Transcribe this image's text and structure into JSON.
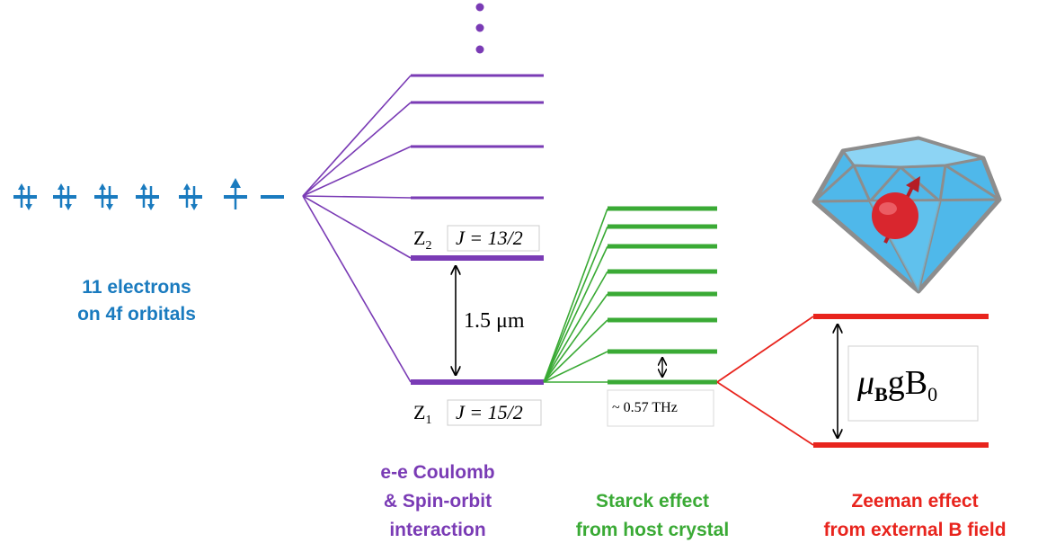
{
  "colors": {
    "blue": "#1a7bbf",
    "purple": "#7a3bb5",
    "green": "#3aaa35",
    "red": "#e8241d"
  },
  "electrons": {
    "label_line1": "11 electrons",
    "label_line2": "on 4f orbitals",
    "orbitals": [
      "paired",
      "paired",
      "paired",
      "paired",
      "paired",
      "up",
      "empty"
    ]
  },
  "coulomb": {
    "label_line1": "e-e Coulomb",
    "label_line2": "& Spin-orbit",
    "label_line3": "interaction",
    "z2_label": "Z",
    "z2_sub": "2",
    "z2_j": "J = 13/2",
    "z1_label": "Z",
    "z1_sub": "1",
    "z1_j": "J = 15/2",
    "gap": "1.5 μm"
  },
  "starck": {
    "label_line1": "Starck effect",
    "label_line2": "from host crystal",
    "gap": "~ 0.57 THz"
  },
  "zeeman": {
    "label_line1": "Zeeman effect",
    "label_line2": "from external B field",
    "formula_mu": "μ",
    "formula_sub": "B",
    "formula_rest": "gB",
    "formula_zero": "0"
  },
  "icons": [
    "ellipsis-dots-icon",
    "diamond-crystal-icon",
    "spin-particle-icon"
  ]
}
